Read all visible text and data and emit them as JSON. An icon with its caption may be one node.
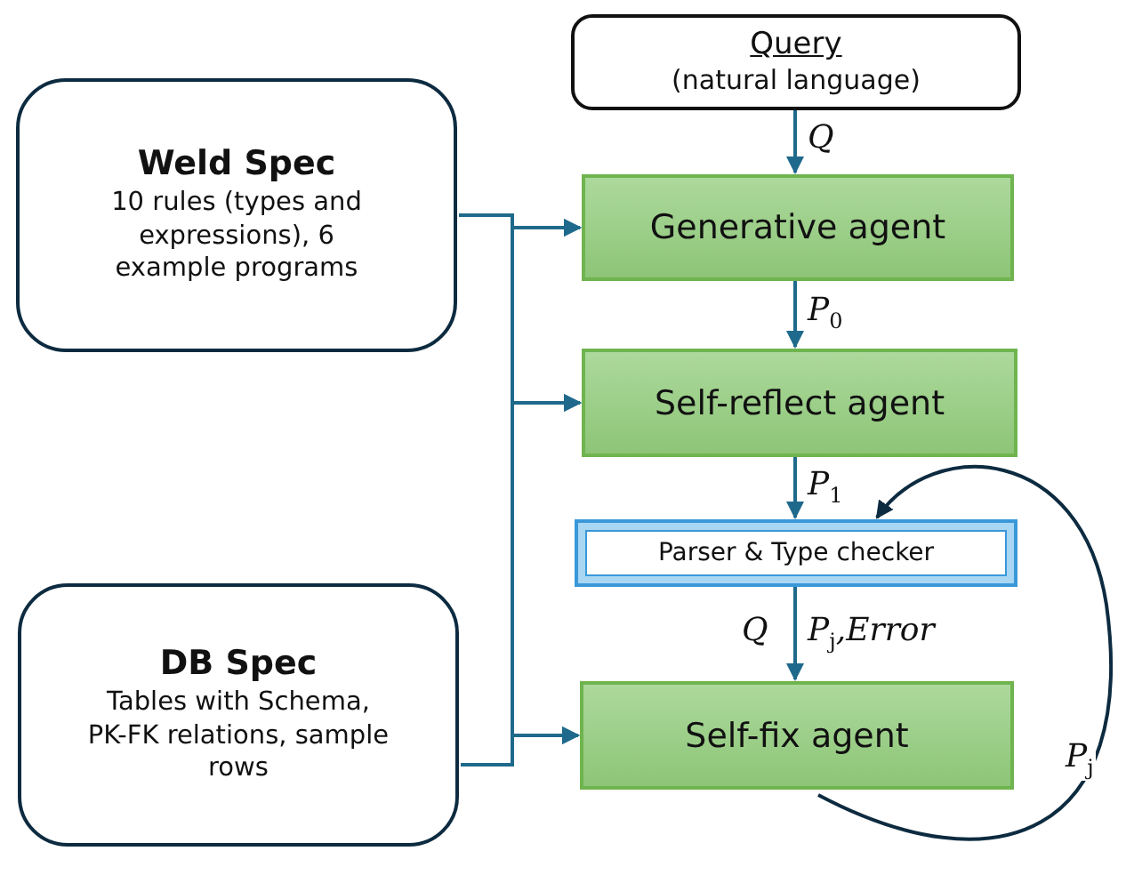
{
  "diagram": {
    "nodes": [
      {
        "text": [
          "Weld Spec",
          "10 rules (types and expressions), 6 example programs"
        ]
      },
      {
        "text": [
          "DB Spec",
          "Tables with Schema, PK-FK relations, sample rows"
        ]
      },
      {
        "text": [
          "Query",
          "(natural language)"
        ]
      },
      {
        "text": [
          "Generative agent"
        ]
      },
      {
        "text": [
          "Self-reflect agent"
        ]
      },
      {
        "text": [
          "Parser & Type checker"
        ]
      },
      {
        "text": [
          "Self-fix agent"
        ]
      }
    ],
    "edges": [
      {
        "from": 0,
        "to": 3,
        "arrow": "to"
      },
      {
        "from": 0,
        "to": 4,
        "arrow": "to"
      },
      {
        "from": 0,
        "to": 6,
        "arrow": "to"
      },
      {
        "from": 1,
        "to": 3,
        "arrow": "to"
      },
      {
        "from": 1,
        "to": 4,
        "arrow": "to"
      },
      {
        "from": 1,
        "to": 6,
        "arrow": "to"
      },
      {
        "from": 2,
        "to": 3,
        "arrow": "to",
        "label": "Q"
      },
      {
        "from": 3,
        "to": 4,
        "arrow": "to",
        "label": "P$_{0}$"
      },
      {
        "from": 4,
        "to": 5,
        "arrow": "to",
        "label": "P$_{1}$"
      },
      {
        "from": 5,
        "to": 6,
        "arrow": "to",
        "label": "P$_{j}$,Error"
      },
      {
        "from": 6,
        "to": 5,
        "arrow": "to",
        "label": "P$_{j}$",
        "color": "#0d2b40"
      }
    ],
    "labels": [
      "Q"
    ]
  }
}
